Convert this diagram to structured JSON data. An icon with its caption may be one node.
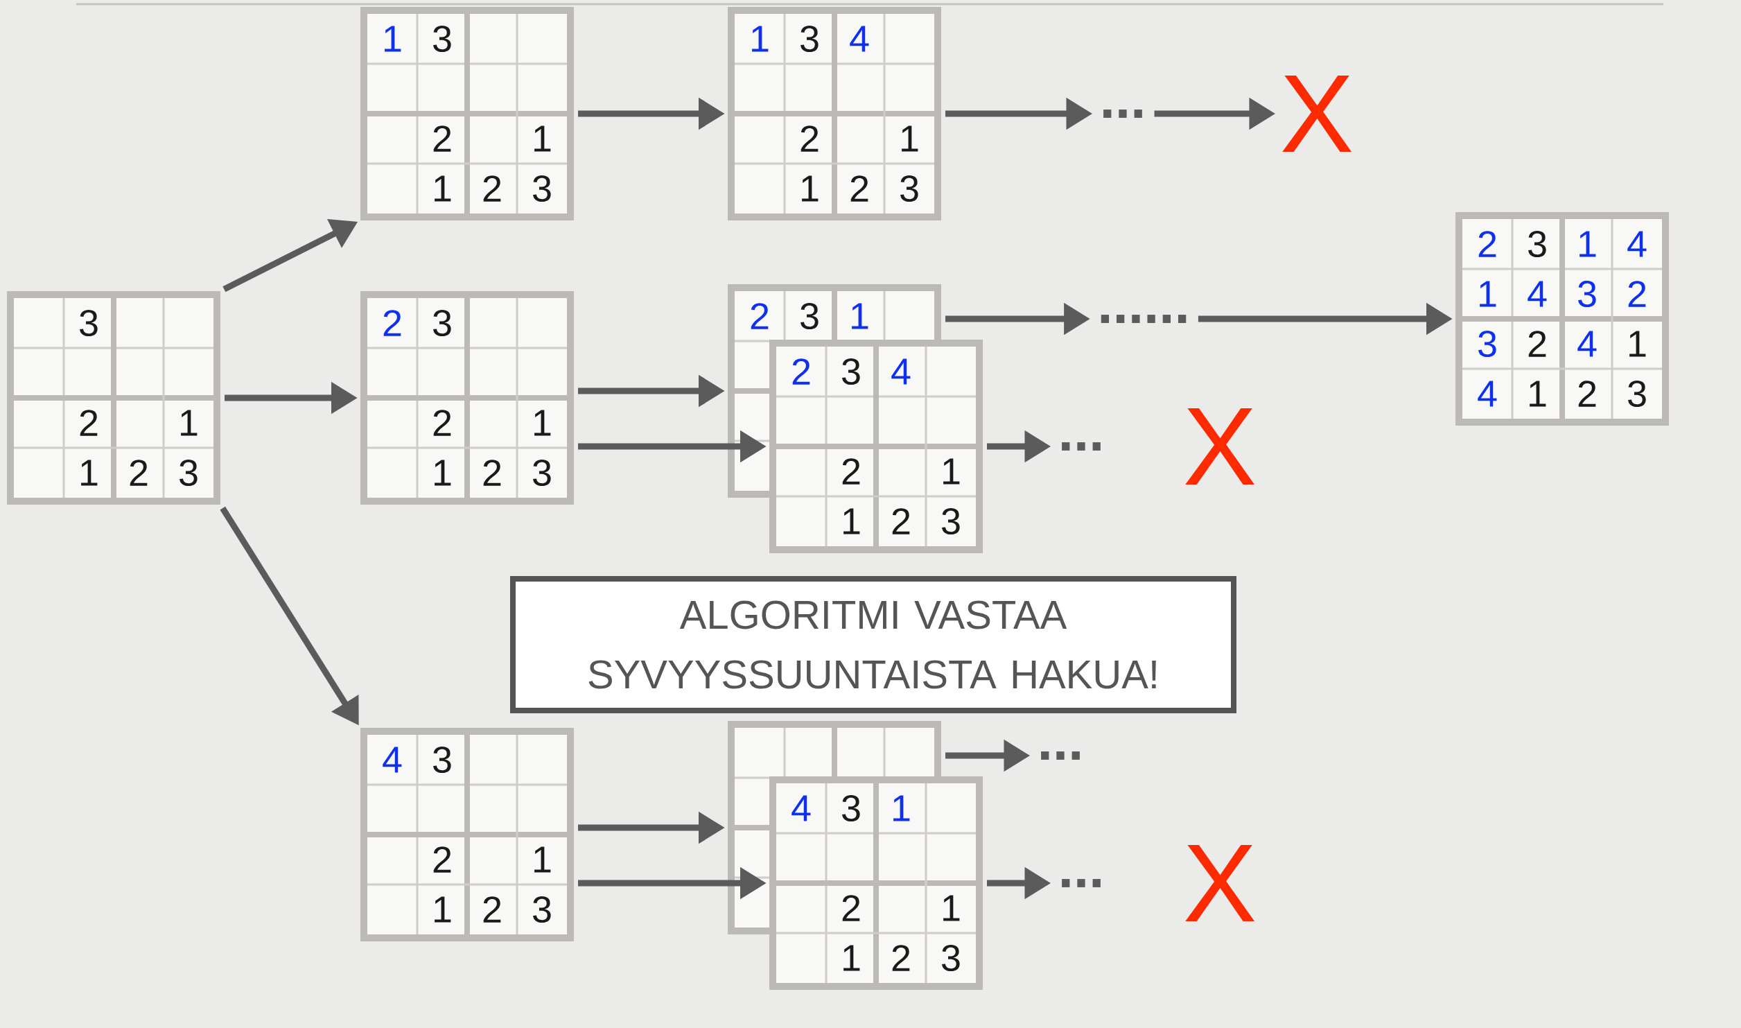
{
  "diagram": {
    "nodes": [
      {
        "text": [
          "3",
          "2",
          "1",
          "1",
          "2",
          "3"
        ]
      },
      {
        "text": [
          "1",
          "3",
          "2",
          "1",
          "1",
          "2",
          "3"
        ]
      },
      {
        "text": [
          "2",
          "3",
          "2",
          "1",
          "1",
          "2",
          "3"
        ]
      },
      {
        "text": [
          "4",
          "3",
          "2",
          "1",
          "1",
          "2",
          "3"
        ]
      },
      {
        "text": [
          "1",
          "3",
          "4",
          "2",
          "1",
          "1",
          "2",
          "3"
        ]
      },
      {
        "text": [
          "..."
        ]
      },
      {
        "text": [
          "X"
        ]
      },
      {
        "text": [
          "2",
          "3",
          "1"
        ]
      },
      {
        "text": [
          "2",
          "3",
          "4",
          "2",
          "1",
          "1",
          "2",
          "3"
        ]
      },
      {
        "text": [
          "......"
        ]
      },
      {
        "text": [
          "2",
          "3",
          "1",
          "4",
          "1",
          "4",
          "3",
          "2",
          "3",
          "2",
          "4",
          "1",
          "4",
          "1",
          "2",
          "3"
        ]
      },
      {
        "text": [
          "..."
        ]
      },
      {
        "text": [
          "X"
        ]
      },
      {
        "text": [],
        "shape": "grid"
      },
      {
        "text": [
          "4",
          "3",
          "1",
          "2",
          "1",
          "1",
          "2",
          "3"
        ]
      },
      {
        "text": [
          "..."
        ]
      },
      {
        "text": [
          "..."
        ]
      },
      {
        "text": [
          "X"
        ]
      },
      {
        "text": [
          "ALGORITMI VASTAA SYVYYSSUUNTAISTA HAKUA!"
        ]
      }
    ],
    "edges": [
      {
        "from": 0,
        "to": 1,
        "arrow": "to"
      },
      {
        "from": 0,
        "to": 2,
        "arrow": "to"
      },
      {
        "from": 0,
        "to": 3,
        "arrow": "to"
      },
      {
        "from": 1,
        "to": 4,
        "arrow": "to"
      },
      {
        "from": 4,
        "to": 5,
        "arrow": "to"
      },
      {
        "from": 5,
        "to": 6,
        "arrow": "to"
      },
      {
        "from": 2,
        "to": 7,
        "arrow": "to"
      },
      {
        "from": 2,
        "to": 8,
        "arrow": "to"
      },
      {
        "from": 7,
        "to": 9,
        "arrow": "to"
      },
      {
        "from": 9,
        "to": 10,
        "arrow": "to"
      },
      {
        "from": 8,
        "to": 11,
        "arrow": "to"
      },
      {
        "from": 3,
        "to": 13,
        "arrow": "to"
      },
      {
        "from": 3,
        "to": 14,
        "arrow": "to"
      },
      {
        "from": 13,
        "to": 15,
        "arrow": "to"
      },
      {
        "from": 14,
        "to": 16,
        "arrow": "to"
      }
    ]
  }
}
